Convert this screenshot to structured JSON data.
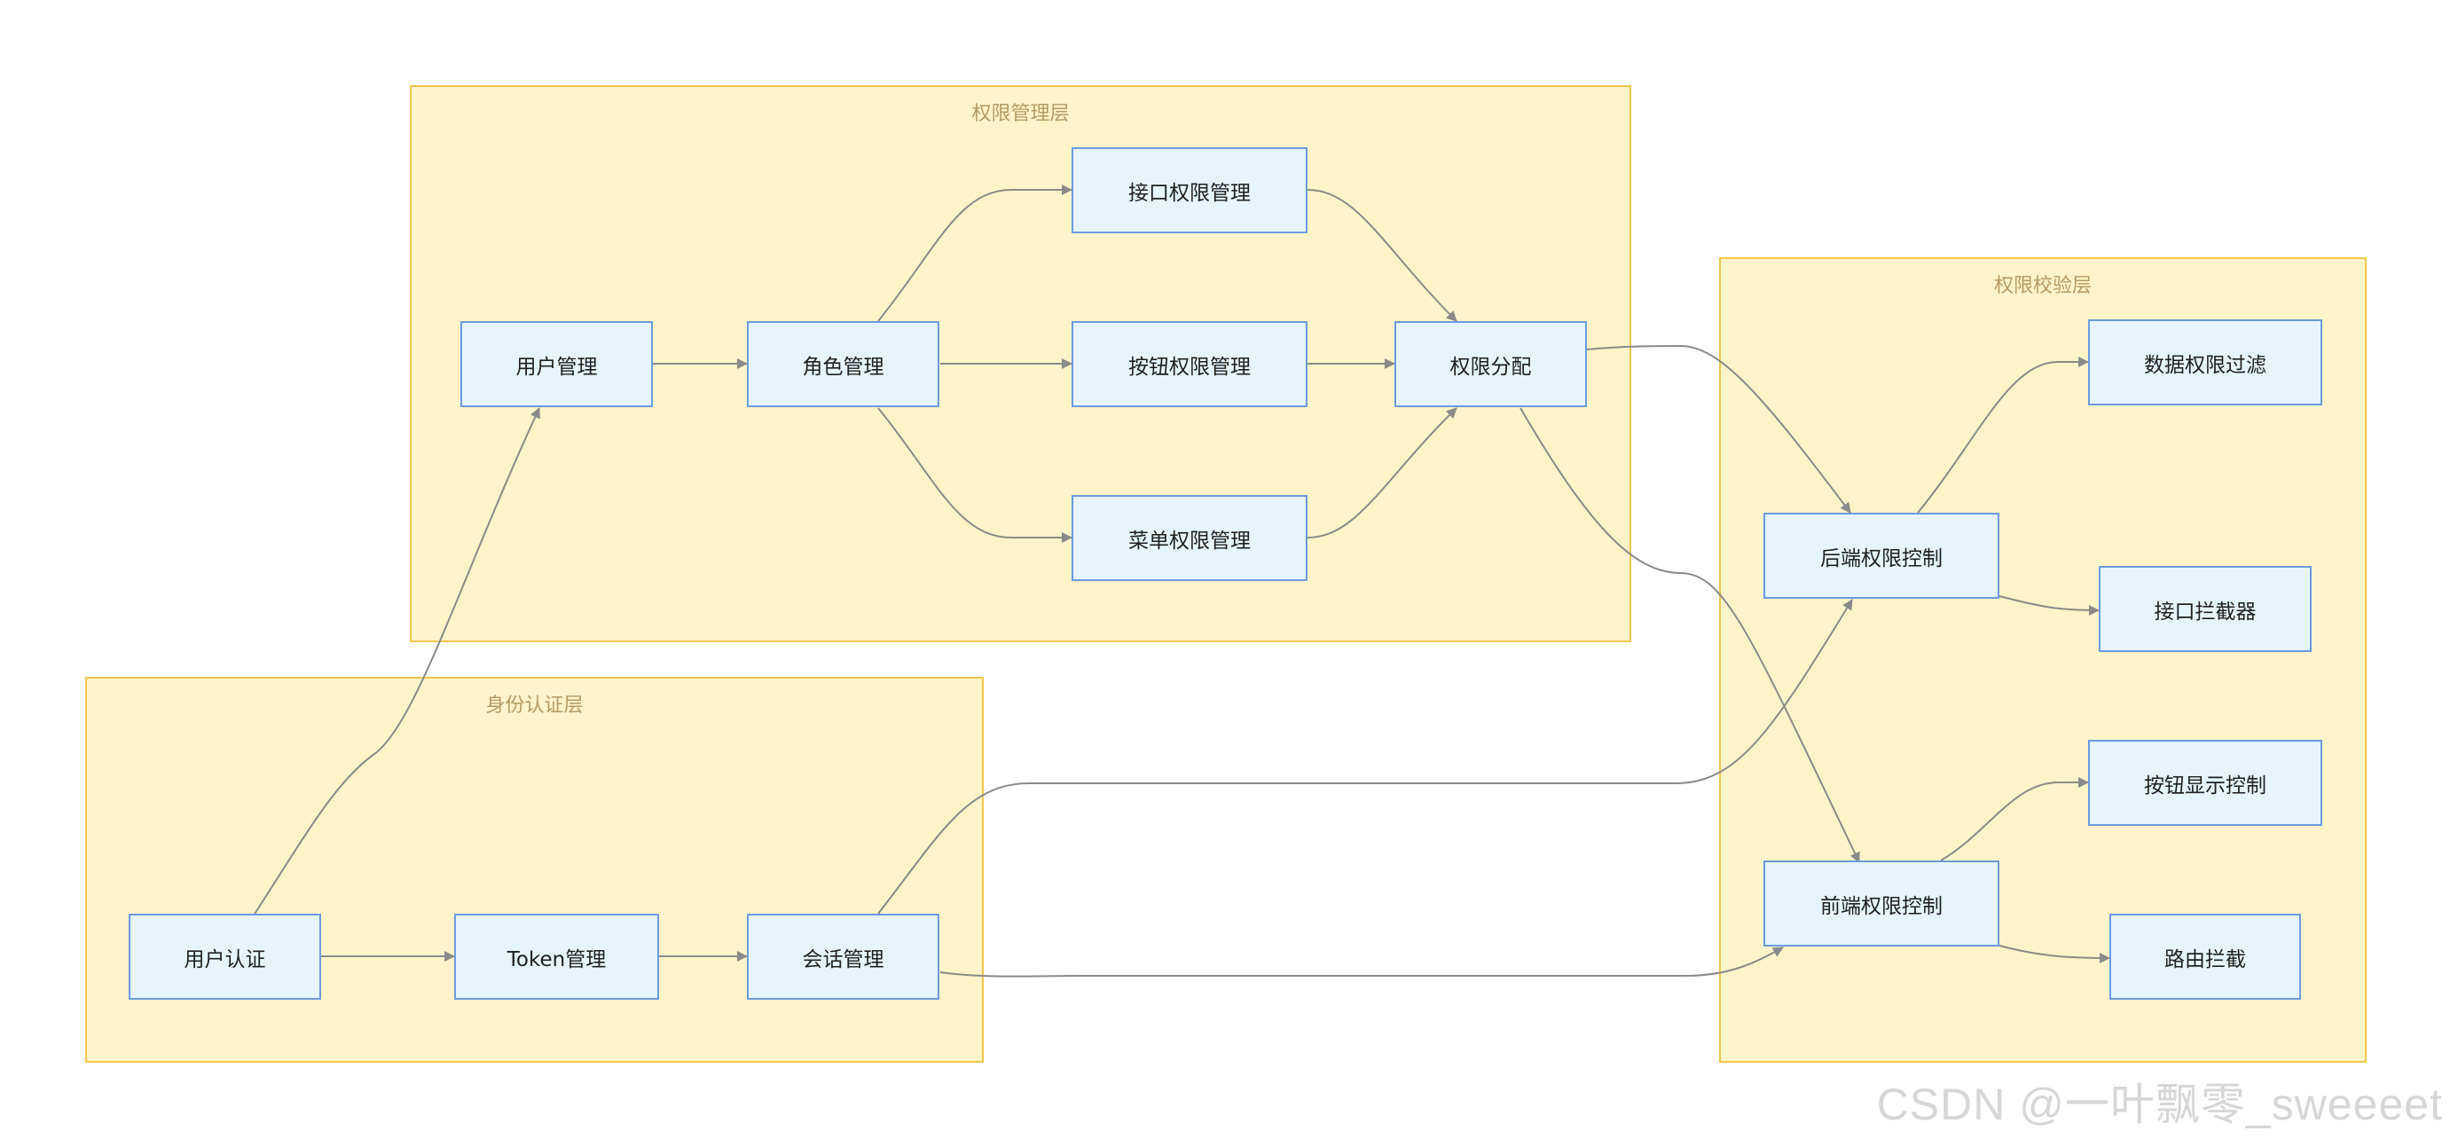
{
  "clusters": {
    "mgmt": "权限管理层",
    "auth": "身份认证层",
    "check": "权限校验层"
  },
  "nodes": {
    "user_mgmt": "用户管理",
    "role_mgmt": "角色管理",
    "api_perm": "接口权限管理",
    "button_perm": "按钮权限管理",
    "menu_perm": "菜单权限管理",
    "perm_assign": "权限分配",
    "user_auth": "用户认证",
    "token_mgmt": "Token管理",
    "session_mgmt": "会话管理",
    "backend_ctrl": "后端权限控制",
    "frontend_ctrl": "前端权限控制",
    "data_filter": "数据权限过滤",
    "api_interceptor": "接口拦截器",
    "button_display": "按钮显示控制",
    "route_intercept": "路由拦截"
  },
  "edges": [
    [
      "user_mgmt",
      "role_mgmt"
    ],
    [
      "role_mgmt",
      "api_perm"
    ],
    [
      "role_mgmt",
      "button_perm"
    ],
    [
      "role_mgmt",
      "menu_perm"
    ],
    [
      "api_perm",
      "perm_assign"
    ],
    [
      "button_perm",
      "perm_assign"
    ],
    [
      "menu_perm",
      "perm_assign"
    ],
    [
      "user_auth",
      "user_mgmt"
    ],
    [
      "user_auth",
      "token_mgmt"
    ],
    [
      "token_mgmt",
      "session_mgmt"
    ],
    [
      "session_mgmt",
      "backend_ctrl"
    ],
    [
      "session_mgmt",
      "frontend_ctrl"
    ],
    [
      "perm_assign",
      "backend_ctrl"
    ],
    [
      "perm_assign",
      "frontend_ctrl"
    ],
    [
      "backend_ctrl",
      "data_filter"
    ],
    [
      "backend_ctrl",
      "api_interceptor"
    ],
    [
      "frontend_ctrl",
      "button_display"
    ],
    [
      "frontend_ctrl",
      "route_intercept"
    ]
  ],
  "colors": {
    "cluster_fill": "#fff4c9",
    "cluster_border": "#f2c64d",
    "node_fill": "#e6f5fc",
    "node_border": "#6b9be0",
    "edge": "#8a8a8a"
  },
  "watermark": "CSDN @一叶飘零_sweeeet"
}
